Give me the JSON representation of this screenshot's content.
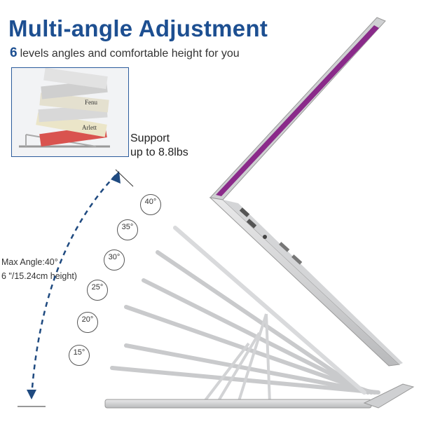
{
  "header": {
    "title": "Multi-angle Adjustment",
    "subtitle_num": "6",
    "subtitle_rest": "levels angles and comfortable height for you"
  },
  "support": {
    "line1": "Support",
    "line2": "up to 8.8lbs"
  },
  "max_angle": {
    "line1": "Max Angle:40°",
    "line2": "6 \"/15.24cm height)"
  },
  "inset": {
    "book_labels": [
      "Fenu",
      "Arlett"
    ]
  },
  "angles": [
    {
      "label": "40°",
      "value": 40
    },
    {
      "label": "35°",
      "value": 35
    },
    {
      "label": "30°",
      "value": 30
    },
    {
      "label": "25°",
      "value": 25
    },
    {
      "label": "20°",
      "value": 20
    },
    {
      "label": "15°",
      "value": 15
    }
  ],
  "colors": {
    "title": "#1d4f91",
    "arrow": "#1f4a80",
    "screen_purple": "#8a2a8a"
  }
}
